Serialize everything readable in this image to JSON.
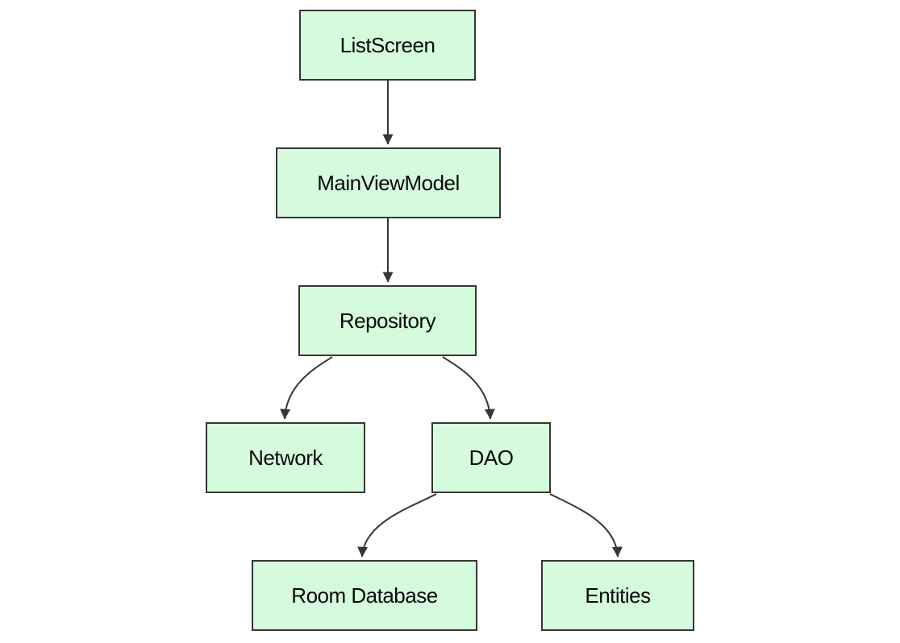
{
  "diagram": {
    "type": "flowchart",
    "direction": "top-down",
    "nodes": [
      {
        "id": "listScreen",
        "label": "ListScreen"
      },
      {
        "id": "mainViewModel",
        "label": "MainViewModel"
      },
      {
        "id": "repository",
        "label": "Repository"
      },
      {
        "id": "network",
        "label": "Network"
      },
      {
        "id": "dao",
        "label": "DAO"
      },
      {
        "id": "roomDatabase",
        "label": "Room Database"
      },
      {
        "id": "entities",
        "label": "Entities"
      }
    ],
    "edges": [
      {
        "from": "listScreen",
        "to": "mainViewModel"
      },
      {
        "from": "mainViewModel",
        "to": "repository"
      },
      {
        "from": "repository",
        "to": "network"
      },
      {
        "from": "repository",
        "to": "dao"
      },
      {
        "from": "dao",
        "to": "roomDatabase"
      },
      {
        "from": "dao",
        "to": "entities"
      }
    ],
    "colors": {
      "node_fill": "#d5fadc",
      "node_border": "#363636",
      "edge": "#363636",
      "text": "#0a0a0a",
      "background": "#ffffff"
    }
  }
}
